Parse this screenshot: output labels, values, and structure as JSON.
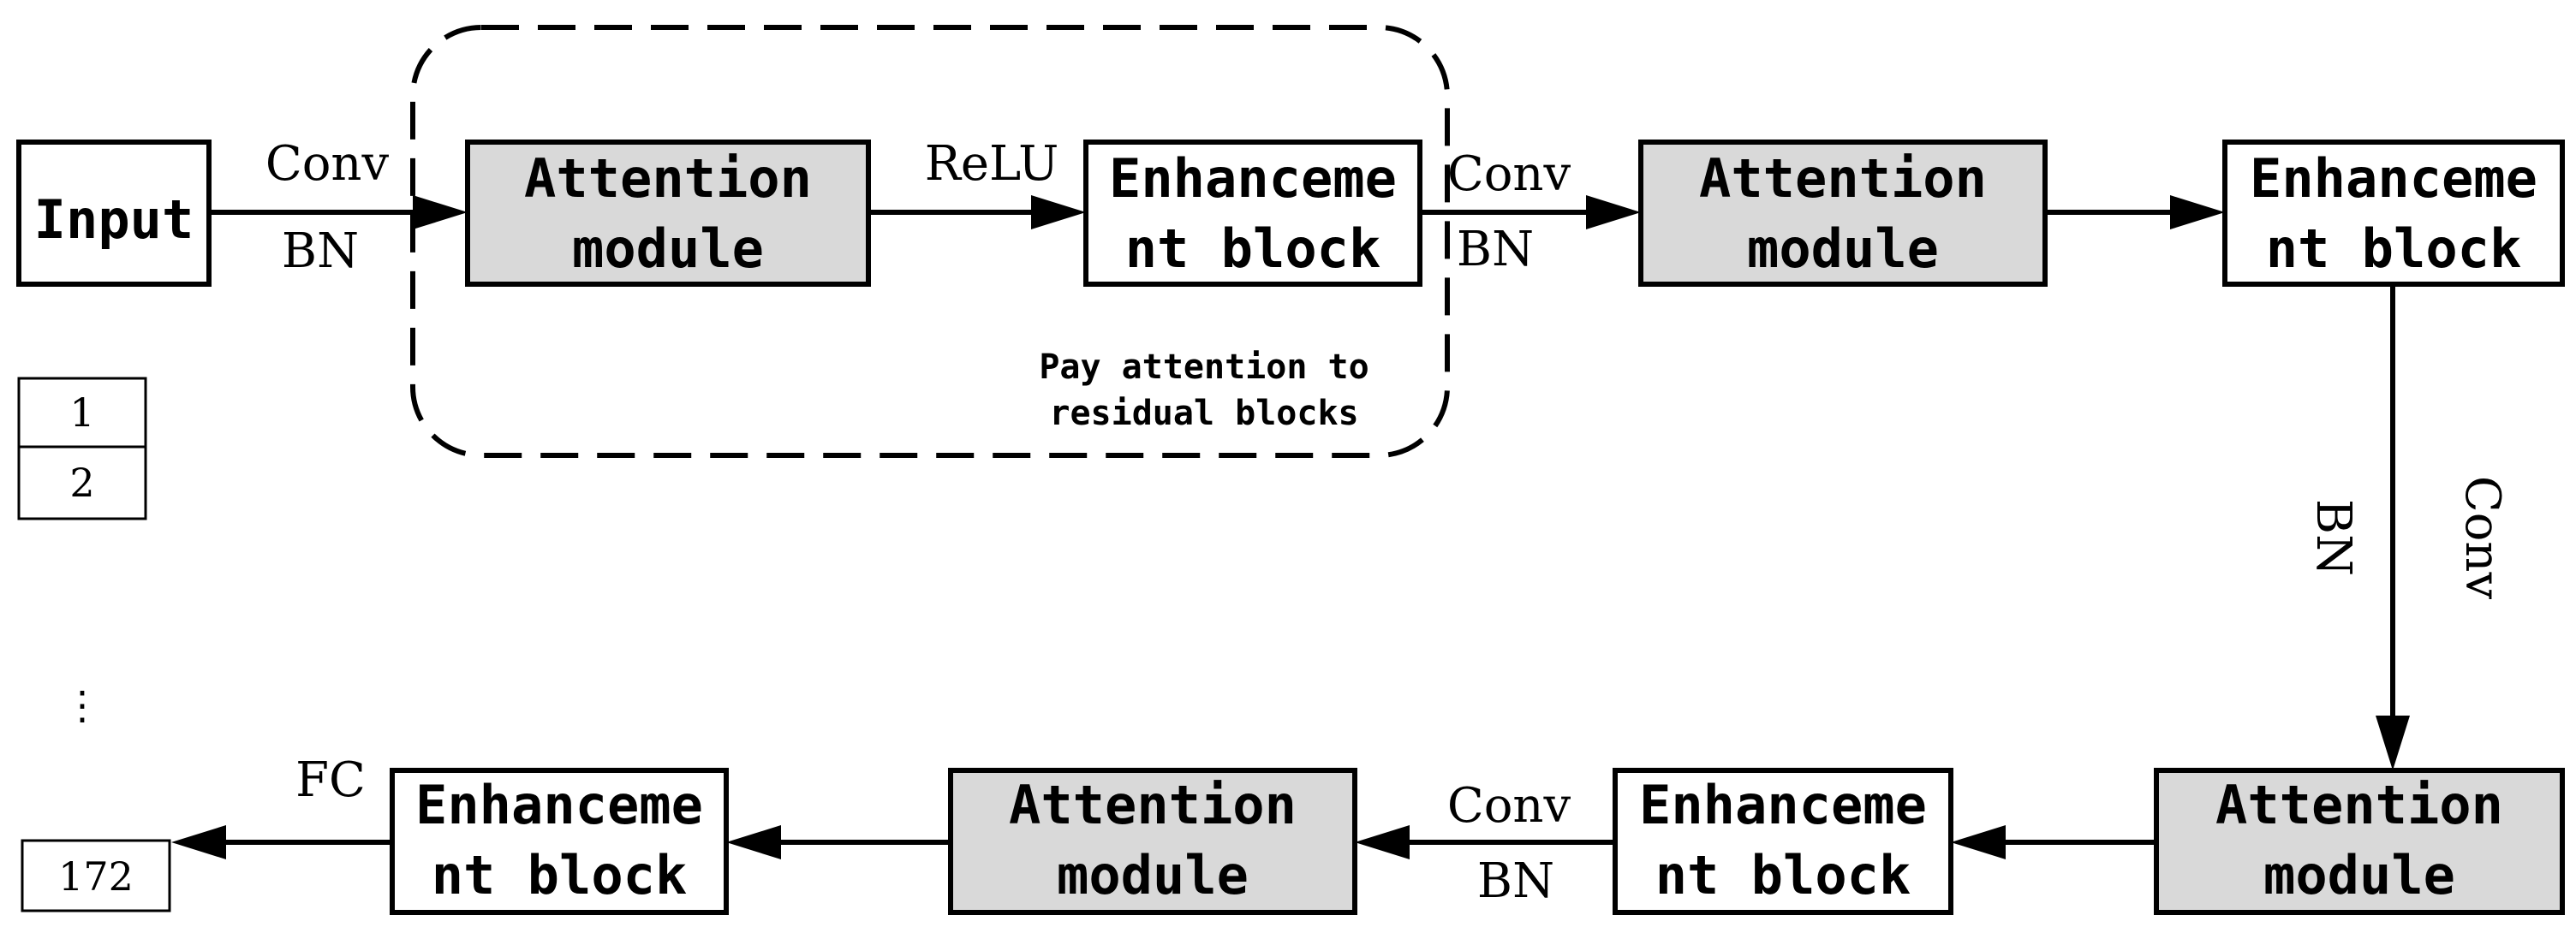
{
  "diagram": {
    "colors": {
      "stroke": "#000000",
      "shaded_fill": "#d9d9d9",
      "plain_fill": "#ffffff",
      "background": "#ffffff"
    },
    "nodes": {
      "input": {
        "label": "Input"
      },
      "attn1": {
        "line1": "Attention",
        "line2": "module"
      },
      "enh1": {
        "line1": "Enhanceme",
        "line2": "nt block"
      },
      "attn2": {
        "line1": "Attention",
        "line2": "module"
      },
      "enh2": {
        "line1": "Enhanceme",
        "line2": "nt block"
      },
      "attn3": {
        "line1": "Attention",
        "line2": "module"
      },
      "enh3": {
        "line1": "Enhanceme",
        "line2": "nt block"
      },
      "attn4": {
        "line1": "Attention",
        "line2": "module"
      },
      "enh4": {
        "line1": "Enhanceme",
        "line2": "nt block"
      }
    },
    "edge_labels": {
      "conv1": "Conv",
      "bn1": "BN",
      "relu": "ReLU",
      "conv2": "Conv",
      "bn2": "BN",
      "bn_vertical": "BN",
      "conv_vertical": "Conv",
      "conv3": "Conv",
      "bn3": "BN",
      "fc": "FC"
    },
    "annotation": {
      "line1": "Pay attention to",
      "line2": "residual blocks"
    },
    "class_list": {
      "first": "1",
      "second": "2",
      "ellipsis": "⋮",
      "last": "172"
    }
  }
}
